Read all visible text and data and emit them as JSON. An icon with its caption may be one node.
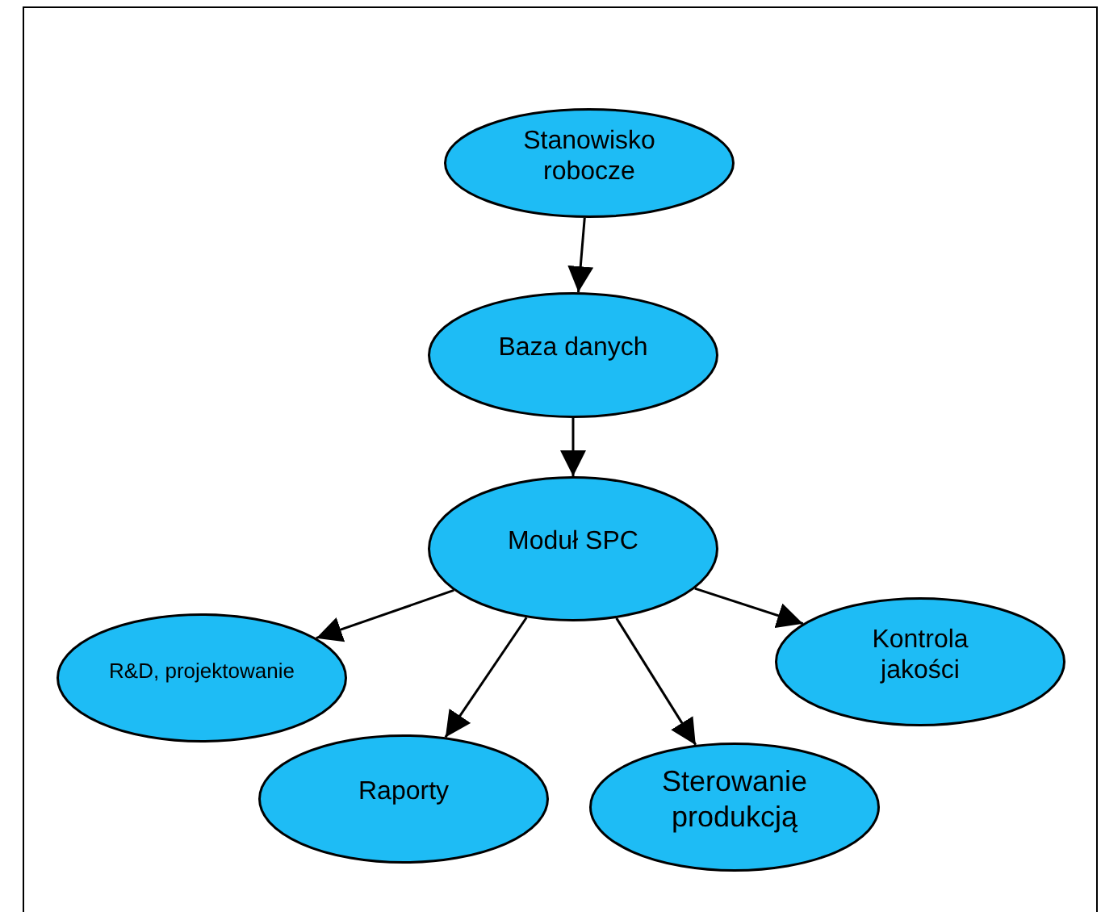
{
  "diagram": {
    "nodes": [
      {
        "text": [
          "Stanowisko robocze"
        ]
      },
      {
        "text": [
          "Baza danych"
        ]
      },
      {
        "text": [
          "Moduł SPC"
        ]
      },
      {
        "text": [
          "R&D, projektowanie"
        ]
      },
      {
        "text": [
          "Raporty"
        ]
      },
      {
        "text": [
          "Sterowanie produkcją"
        ]
      },
      {
        "text": [
          "Kontrola jakości"
        ]
      }
    ],
    "edges": [
      {
        "from": 0,
        "to": 1,
        "arrow": "to"
      },
      {
        "from": 1,
        "to": 2,
        "arrow": "to"
      },
      {
        "from": 2,
        "to": 3,
        "arrow": "to"
      },
      {
        "from": 2,
        "to": 4,
        "arrow": "to"
      },
      {
        "from": 2,
        "to": 5,
        "arrow": "to"
      },
      {
        "from": 2,
        "to": 6,
        "arrow": "to"
      }
    ]
  }
}
